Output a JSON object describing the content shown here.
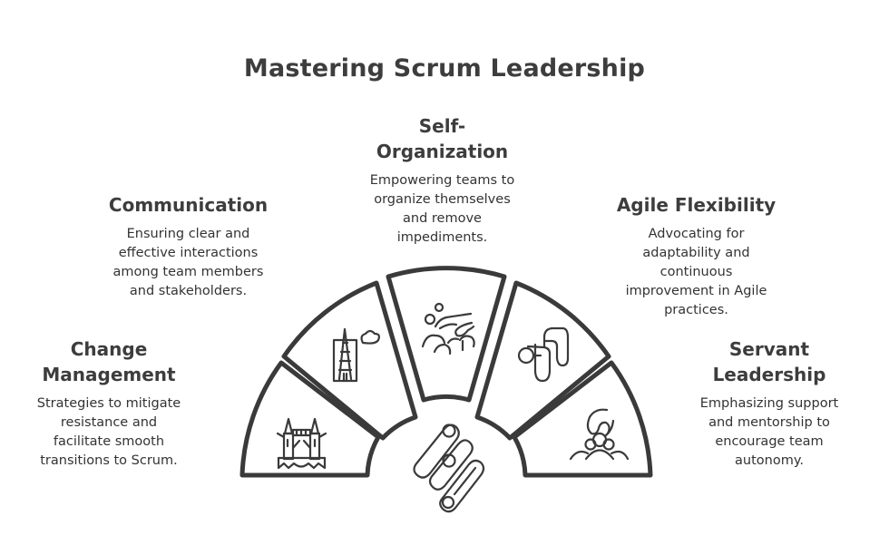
{
  "title": "Mastering Scrum Leadership",
  "colors": {
    "stroke": "#3a3a3a",
    "text": "#3d3d3d",
    "background": "#ffffff"
  },
  "center_icon": "handshake-icon",
  "segments": [
    {
      "heading": "Change\nManagement",
      "description": "Strategies to mitigate\nresistance and\nfacilitate smooth\ntransitions to Scrum.",
      "icon": "bridge-icon"
    },
    {
      "heading": "Communication",
      "description": "Ensuring clear and\neffective interactions\namong team members\nand stakeholders.",
      "icon": "tower-icon"
    },
    {
      "heading": "Self-\nOrganization",
      "description": "Empowering teams to\norganize themselves\nand remove\nimpediments.",
      "icon": "hand-icon"
    },
    {
      "heading": "Agile Flexibility",
      "description": "Advocating for\nadaptability and\ncontinuous\nimprovement in Agile\npractices.",
      "icon": "flexible-arrow-icon"
    },
    {
      "heading": "Servant\nLeadership",
      "description": "Emphasizing support\nand mentorship to\nencourage team\nautonomy.",
      "icon": "team-support-icon"
    }
  ]
}
